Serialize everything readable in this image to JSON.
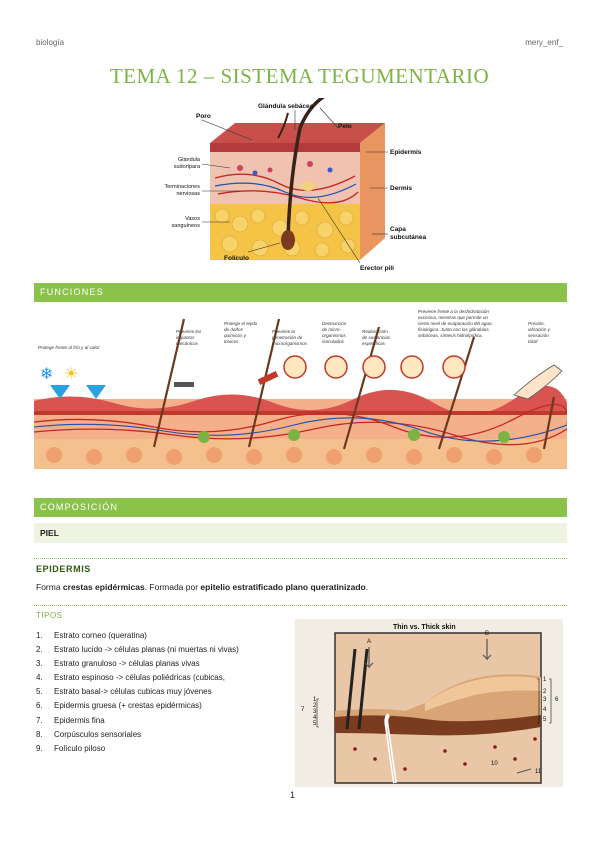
{
  "header": {
    "left": "biología",
    "right": "mery_enf_"
  },
  "title": "TEMA 12 – SISTEMA TEGUMENTARIO",
  "skin_figure": {
    "labels": {
      "glandula_sebacea": "Glándula sebácea",
      "poro": "Poro",
      "pelo": "Pelo",
      "glandula_sudoripara_1": "Glándula",
      "glandula_sudoripara_2": "sudorípara",
      "epidermis": "Epidermis",
      "terminaciones_1": "Terminaciones",
      "terminaciones_2": "nerviosas",
      "dermis": "Dermis",
      "vasos_1": "Vasos",
      "vasos_2": "sanguíneos",
      "capa_1": "Capa",
      "capa_2": "subcutánea",
      "foliculo": "Folículo",
      "erector": "Erector pili"
    }
  },
  "funciones": {
    "bar_label": "FUNCIONES",
    "captions": {
      "c1": "Protege frente al frío y al calor",
      "c2a": "Previene los",
      "c2b": "impactos",
      "c2c": "mecánicos",
      "c3a": "Protege el tejido",
      "c3b": "de daños",
      "c3c": "químicos y",
      "c3d": "tóxicos",
      "c4a": "Previene la",
      "c4b": "penetración de",
      "c4c": "microorganismos",
      "c5a": "Destrucción",
      "c5b": "de micro-",
      "c5c": "organismos",
      "c5d": "inoculados",
      "c6a": "Reabsorción",
      "c6b": "de sustancias",
      "c6c": "específicas",
      "c7a": "Previene frente a la deshidratación",
      "c7b": "excesiva, mientras que permite un",
      "c7c": "cierto nivel de evaporación del agua",
      "c7d": "fisiológica. Junto con las glándulas",
      "c7e": "sebáceas, síntesis hidrolipídica.",
      "c8a": "Presión,",
      "c8b": "vibración y",
      "c8c": "sensación",
      "c8d": "táctil"
    }
  },
  "composicion": {
    "bar_label": "COMPOSICIÓN",
    "piel": "PIEL"
  },
  "epidermis": {
    "heading": "EPIDERMIS",
    "t1": "Forma ",
    "b1": "crestas epidérmicas",
    "t2": ". Formada por ",
    "b2": "epitelio estratificado plano queratinizado",
    "t3": "."
  },
  "tipos": {
    "heading": "TIPOS",
    "items": [
      {
        "n": "1.",
        "text": "Estrato corneo (queratina)"
      },
      {
        "n": "2.",
        "text": "Estrato lucido -> células planas (ni muertas ni vivas)"
      },
      {
        "n": "3.",
        "text": "Estrato granuloso -> células planas vivas"
      },
      {
        "n": "4.",
        "text": "Estrato espinoso -> células poliédricas (cubicas,"
      },
      {
        "n": "5.",
        "text": "Estrato basal-> células cubicas muy jóvenes"
      },
      {
        "n": "6.",
        "text": "Epidermis gruesa (+ crestas epidérmicas)"
      },
      {
        "n": "7.",
        "text": "Epidermis fina"
      },
      {
        "n": "8.",
        "text": "Corpúsculos sensoriales"
      },
      {
        "n": "9.",
        "text": "Folículo piloso"
      }
    ]
  },
  "thick_figure": {
    "title": "Thin vs. Thick skin",
    "a": "A",
    "b": "B",
    "n1": "1",
    "n2": "2",
    "n3": "3",
    "n4": "4",
    "n5": "5",
    "n6": "6",
    "n7": "7",
    "n10": "10",
    "n11": "11"
  },
  "page_number": "1",
  "colors": {
    "accent": "#8bc34a",
    "title": "#7cb342",
    "heading_dark": "#2e5d10",
    "light_bar": "#eef4e1"
  }
}
